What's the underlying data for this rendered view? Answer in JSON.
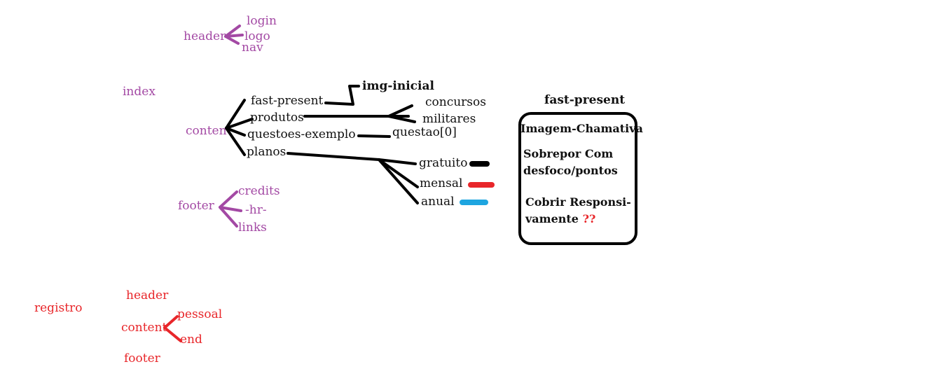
{
  "colors": {
    "purple": "#a349a4",
    "red": "#e8262a",
    "black": "#000000",
    "blue": "#1ea5e0"
  },
  "index_tree": {
    "header": {
      "label": "header",
      "children": [
        "login",
        "logo",
        "nav"
      ]
    },
    "index_label": "index",
    "content": {
      "label": "conten",
      "children": [
        {
          "label": "fast-present",
          "leaf": "img-inicial"
        },
        {
          "label": "produtos",
          "leaves": [
            "concursos",
            "militares"
          ]
        },
        {
          "label": "questoes-exemplo",
          "leaf": "questao[0]"
        },
        {
          "label": "planos",
          "leaves": [
            "gratuito",
            "mensal",
            "anual"
          ]
        }
      ]
    },
    "footer": {
      "label": "footer",
      "children": [
        "credits",
        "-hr-",
        "links"
      ]
    }
  },
  "registro_tree": {
    "label": "registro",
    "header": "header",
    "content": {
      "label": "content",
      "children": [
        "pessoal",
        "end"
      ]
    },
    "footer": "footer"
  },
  "fast_present_box": {
    "title": "fast-present",
    "line1": "Imagem-Chamativa",
    "line2a": "Sobrepor Com",
    "line2b": "desfoco/pontos",
    "line3a": "Cobrir Responsi-",
    "line3b": "vamente",
    "line3_mark": "??"
  },
  "plan_swatches": {
    "gratuito": "#000000",
    "mensal": "#e8262a",
    "anual": "#1ea5e0"
  }
}
